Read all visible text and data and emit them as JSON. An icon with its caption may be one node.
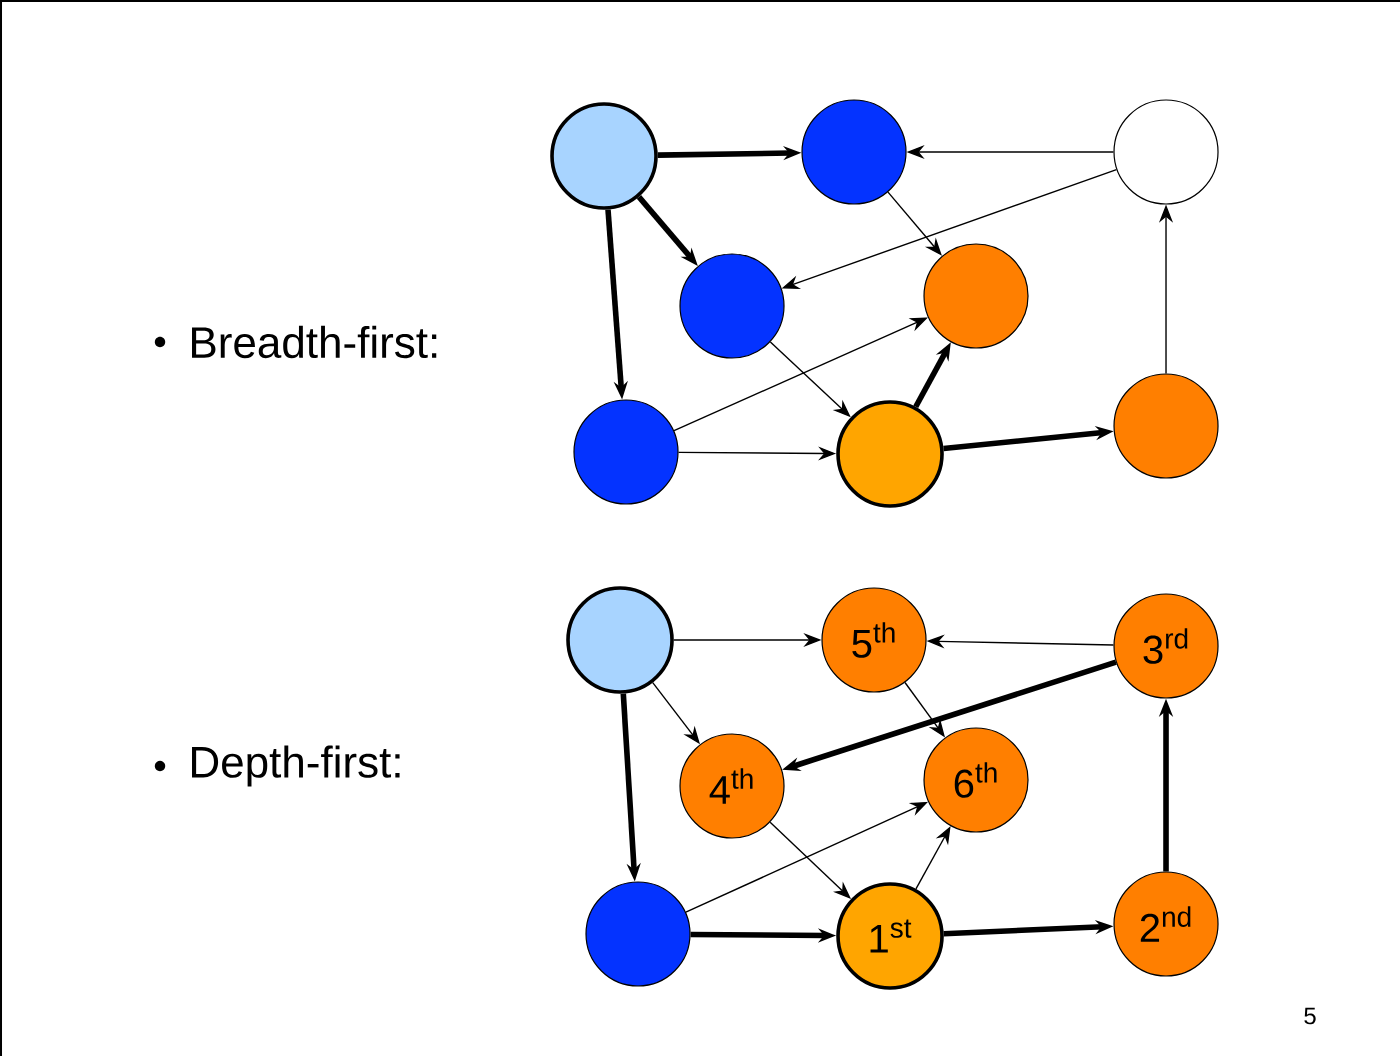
{
  "diagram": {
    "nodes": [
      {
        "text": [],
        "shape": "circle"
      },
      {
        "text": [],
        "shape": "circle"
      },
      {
        "text": [],
        "shape": "circle"
      },
      {
        "text": [],
        "shape": "circle"
      },
      {
        "text": [],
        "shape": "circle"
      },
      {
        "text": [],
        "shape": "circle"
      },
      {
        "text": [],
        "shape": "circle"
      },
      {
        "text": [],
        "shape": "circle"
      },
      {
        "text": [],
        "shape": "circle"
      },
      {
        "text": [
          "5$^{th}$"
        ]
      },
      {
        "text": [
          "3$^{rd}$"
        ]
      },
      {
        "text": [
          "4$^{th}$"
        ]
      },
      {
        "text": [
          "6$^{th}$"
        ]
      },
      {
        "text": [],
        "shape": "circle"
      },
      {
        "text": [
          "1$^{st}$"
        ]
      },
      {
        "text": [
          "2$^{nd}$"
        ]
      }
    ],
    "edges": [
      {
        "from": 0,
        "to": 1,
        "arrow": "to",
        "style": "thick"
      },
      {
        "from": 0,
        "to": 3,
        "arrow": "to",
        "style": "thick"
      },
      {
        "from": 0,
        "to": 5,
        "arrow": "to",
        "style": "thick"
      },
      {
        "from": 2,
        "to": 1,
        "arrow": "to"
      },
      {
        "from": 2,
        "to": 3,
        "arrow": "to"
      },
      {
        "from": 1,
        "to": 4,
        "arrow": "to"
      },
      {
        "from": 3,
        "to": 6,
        "arrow": "to"
      },
      {
        "from": 5,
        "to": 4,
        "arrow": "to"
      },
      {
        "from": 5,
        "to": 6,
        "arrow": "to"
      },
      {
        "from": 6,
        "to": 4,
        "arrow": "to",
        "style": "thick"
      },
      {
        "from": 6,
        "to": 7,
        "arrow": "to",
        "style": "thick"
      },
      {
        "from": 7,
        "to": 2,
        "arrow": "to"
      },
      {
        "from": 8,
        "to": 9,
        "arrow": "to"
      },
      {
        "from": 8,
        "to": 11,
        "arrow": "to"
      },
      {
        "from": 8,
        "to": 13,
        "arrow": "to",
        "style": "thick"
      },
      {
        "from": 10,
        "to": 9,
        "arrow": "to"
      },
      {
        "from": 10,
        "to": 11,
        "arrow": "to",
        "style": "thick"
      },
      {
        "from": 9,
        "to": 12,
        "arrow": "to"
      },
      {
        "from": 11,
        "to": 14,
        "arrow": "to"
      },
      {
        "from": 13,
        "to": 12,
        "arrow": "to"
      },
      {
        "from": 13,
        "to": 14,
        "arrow": "to",
        "style": "thick"
      },
      {
        "from": 14,
        "to": 12,
        "arrow": "to"
      },
      {
        "from": 14,
        "to": 15,
        "arrow": "to",
        "style": "thick"
      },
      {
        "from": 15,
        "to": 10,
        "arrow": "to",
        "style": "thick"
      }
    ],
    "labels": [
      "Breadth-first:",
      "Depth-first:",
      "5"
    ]
  }
}
